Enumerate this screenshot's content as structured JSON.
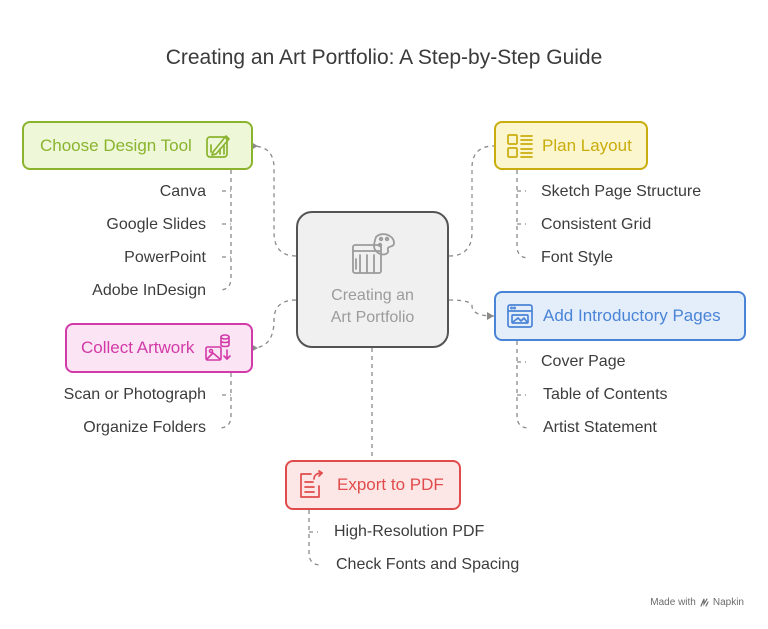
{
  "title": "Creating an Art Portfolio: A Step-by-Step Guide",
  "center": {
    "label_line1": "Creating an",
    "label_line2": "Art Portfolio",
    "icon": "palette-book-icon"
  },
  "branches": {
    "design_tool": {
      "label": "Choose Design Tool",
      "icon": "design-tool-icon",
      "color": "#8ab42e",
      "fill": "#eef7d8",
      "items": [
        "Canva",
        "Google Slides",
        "PowerPoint",
        "Adobe InDesign"
      ]
    },
    "plan_layout": {
      "label": "Plan Layout",
      "icon": "layout-icon",
      "color": "#c9ad0c",
      "fill": "#fcf6cf",
      "items": [
        "Sketch Page Structure",
        "Consistent Grid",
        "Font Style"
      ]
    },
    "collect_artwork": {
      "label": "Collect Artwork",
      "icon": "image-database-icon",
      "color": "#d23aa7",
      "fill": "#fbe4f4",
      "items": [
        "Scan or Photograph",
        "Organize Folders"
      ]
    },
    "intro_pages": {
      "label": "Add Introductory Pages",
      "icon": "web-page-icon",
      "color": "#4a84d6",
      "fill": "#e4eefb",
      "items": [
        "Cover Page",
        "Table of Contents",
        "Artist Statement"
      ]
    },
    "export_pdf": {
      "label": "Export to PDF",
      "icon": "export-document-icon",
      "color": "#e04b4b",
      "fill": "#fde6e6",
      "items": [
        "High-Resolution PDF",
        "Check Fonts and Spacing"
      ]
    }
  },
  "footer": {
    "made_with": "Made with",
    "brand": "Napkin"
  }
}
